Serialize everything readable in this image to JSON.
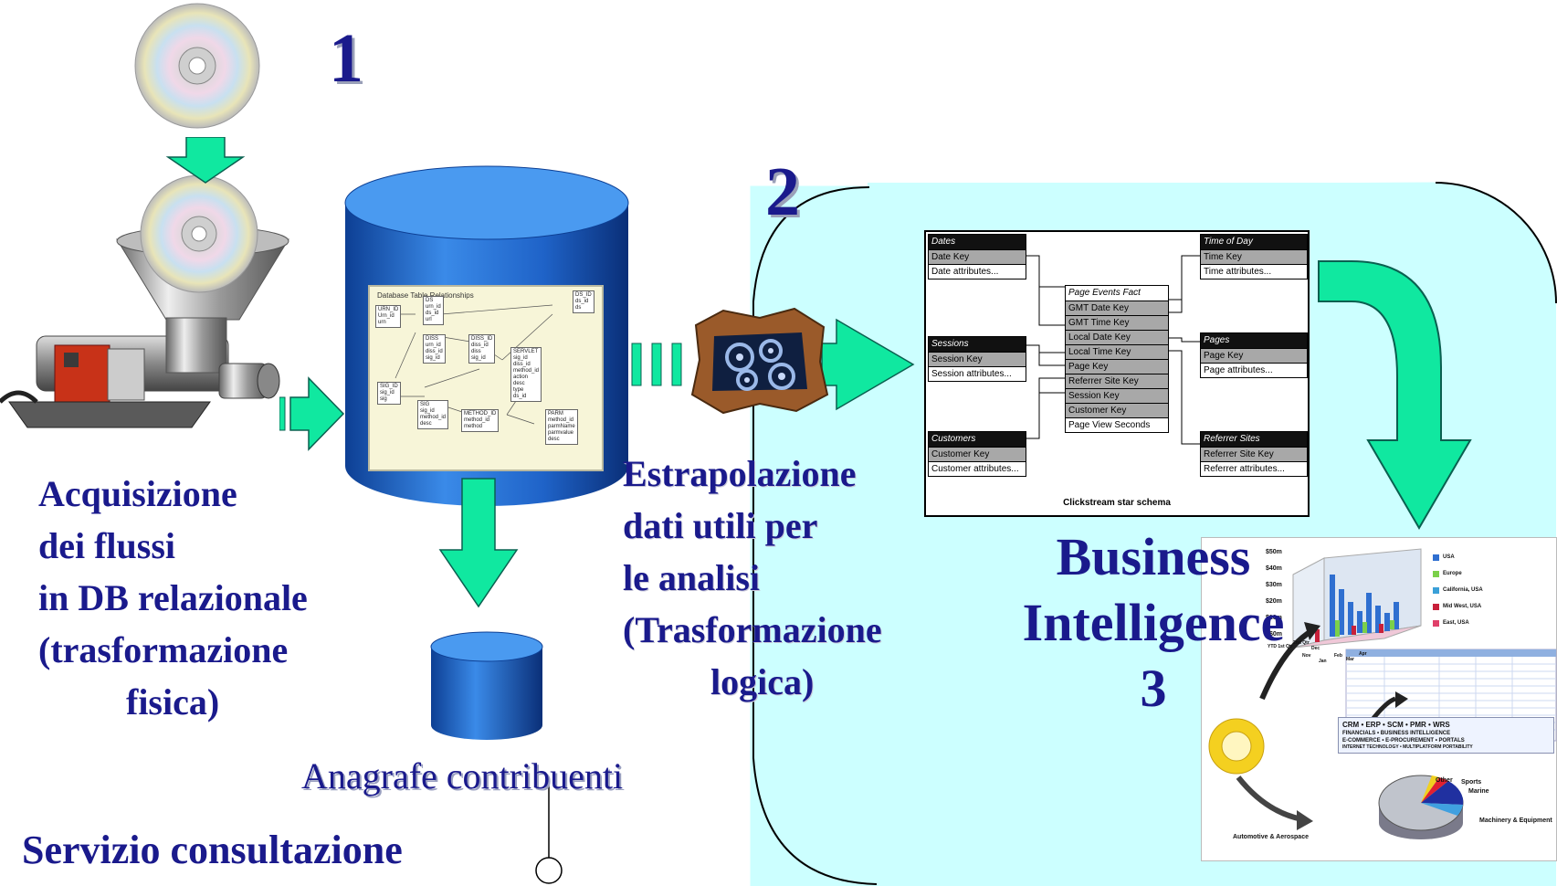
{
  "stages": {
    "one": "1",
    "two": "2",
    "three": "3"
  },
  "captions": {
    "acquisition": [
      "Acquisizione",
      "dei flussi",
      "in DB relazionale",
      "(trasformazione",
      "fisica)"
    ],
    "extrapolation": [
      "Estrapolazione",
      "dati utili per",
      "le analisi",
      "(Trasformazione",
      "logica)"
    ],
    "bi": [
      "Business",
      "Intelligence"
    ],
    "registry": "Anagrafe contribuenti",
    "service": "Servizio consultazione"
  },
  "er_diagram": {
    "title": "Database Table Relationships",
    "tables": [
      {
        "name": "URN_ID",
        "fields": "URN_ID\nUrn_id\nurn"
      },
      {
        "name": "DS",
        "fields": "DS\nurn_id\nds_id\nurl"
      },
      {
        "name": "DS_ID",
        "fields": "DS_ID\nds_id\nds"
      },
      {
        "name": "DISS",
        "fields": "DISS\nurn_id\ndiss_id\nsig_id"
      },
      {
        "name": "DISS_ID",
        "fields": "DISS_ID\ndiss_id\ndiss\nsig_id"
      },
      {
        "name": "SERVLET",
        "fields": "SERVLET\nsig_id\ndiss_id\nmethod_id\naction\ndesc\ntype\nds_id"
      },
      {
        "name": "SIG_ID",
        "fields": "SIG_ID\nsig_id\nsig"
      },
      {
        "name": "SIG",
        "fields": "SIG\nsig_id\nmethod_id\ndesc"
      },
      {
        "name": "METHOD_ID",
        "fields": "METHOD_ID\nmethod_id\nmethod"
      },
      {
        "name": "PARM",
        "fields": "PARM\nmethod_id\nparmName\nparmvalue\ndesc"
      }
    ]
  },
  "star_schema": {
    "caption": "Clickstream star schema",
    "tables": {
      "dates": {
        "name": "Dates",
        "rows": [
          "Date Key",
          "Date attributes..."
        ]
      },
      "sessions": {
        "name": "Sessions",
        "rows": [
          "Session Key",
          "Session attributes..."
        ]
      },
      "customers": {
        "name": "Customers",
        "rows": [
          "Customer Key",
          "Customer attributes..."
        ]
      },
      "fact": {
        "name": "Page Events Fact",
        "rows": [
          "GMT Date Key",
          "GMT Time Key",
          "Local Date Key",
          "Local Time Key",
          "Page Key",
          "Referrer Site Key",
          "Session Key",
          "Customer Key",
          "Page View Seconds"
        ]
      },
      "time": {
        "name": "Time of Day",
        "rows": [
          "Time Key",
          "Time attributes..."
        ]
      },
      "pages": {
        "name": "Pages",
        "rows": [
          "Page Key",
          "Page attributes..."
        ]
      },
      "referrer": {
        "name": "Referrer Sites",
        "rows": [
          "Referrer Site Key",
          "Referrer attributes..."
        ]
      }
    }
  },
  "collage": {
    "bar_chart": {
      "y_ticks": [
        "$50m",
        "$40m",
        "$30m",
        "$20m",
        "$10m",
        "$0m"
      ],
      "x_ticks": [
        "YTD 1st Qtr",
        "2nd Qtr",
        "Dec",
        "Nov",
        "Jan",
        "Feb",
        "Mar",
        "Apr"
      ],
      "legend": [
        "USA",
        "Europe",
        "California, USA",
        "Mid West, USA",
        "East, USA"
      ],
      "legend_colors": [
        "#2f6fd0",
        "#7bd04a",
        "#3aa0d8",
        "#c8203a",
        "#e0406a"
      ]
    },
    "erp_lines": [
      "CRM • ERP • SCM • PMR • WRS",
      "FINANCIALS • BUSINESS INTELLIGENCE",
      "E-COMMERCE • E-PROCUREMENT • PORTALS",
      "INTERNET TECHNOLOGY • MULTIPLATFORM PORTABILITY"
    ],
    "pie_labels": [
      "Other",
      "Sports",
      "Marine",
      "Machinery & Equipment",
      "Automotive & Aerospace"
    ]
  },
  "colors": {
    "title_blue": "#1a1a8c",
    "panel_cyan": "#ccffff",
    "arrow_green": "#10e8a0",
    "db_blue": "#1f63c8"
  }
}
